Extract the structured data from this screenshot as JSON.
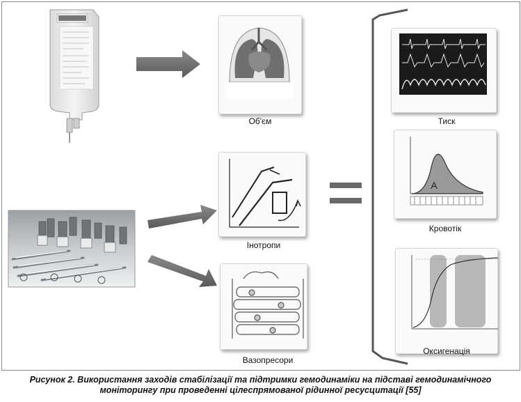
{
  "labels": {
    "volume": "Об'єм",
    "inotropes": "Інотропи",
    "vasopressors": "Вазопресори",
    "pressure": "Тиск",
    "blood_flow": "Кровотік",
    "oxygenation": "Оксигенація"
  },
  "curve_label": "A",
  "caption": {
    "line1": "Рисунок 2.  Використання заходів стабілізації та підтримки гемодинаміки на підставі гемодинамічного",
    "line2": "моніторингу при проведенні цілеспрямованої рідинної ресусцитації [55]"
  }
}
